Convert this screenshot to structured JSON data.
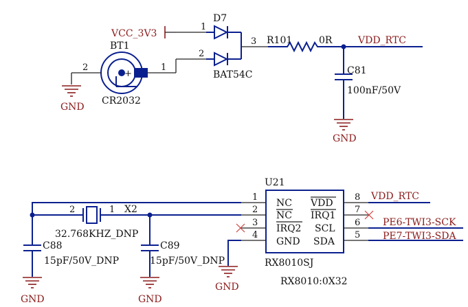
{
  "top": {
    "vcc_label": "VCC_3V3",
    "bt_ref": "BT1",
    "bt_value": "CR2032",
    "bt_pin_minus": "2",
    "bt_pin_plus": "1",
    "d_ref": "D7",
    "d_value": "BAT54C",
    "d_pin1": "1",
    "d_pin2": "2",
    "d_pin3": "3",
    "r_ref": "R101",
    "r_value": "0R",
    "vdd_rtc": "VDD_RTC",
    "c81_ref": "C81",
    "c81_value": "100nF/50V",
    "gnd": "GND"
  },
  "bottom": {
    "u_ref": "U21",
    "u_value": "RX8010SJ",
    "i2c_addr": "RX8010:0X32",
    "left_pins": [
      {
        "num": "1",
        "name": "NC"
      },
      {
        "num": "2",
        "name": "NC"
      },
      {
        "num": "3",
        "name": "IRQ2"
      },
      {
        "num": "4",
        "name": "GND"
      }
    ],
    "right_pins": [
      {
        "num": "8",
        "name": "VDD"
      },
      {
        "num": "7",
        "name": "IRQ1"
      },
      {
        "num": "6",
        "name": "SCL"
      },
      {
        "num": "5",
        "name": "SDA"
      }
    ],
    "net_vdd": "VDD_RTC",
    "net_scl": "PE6-TWI3-SCK",
    "net_sda": "PE7-TWI3-SDA",
    "x_ref": "X2",
    "x_value": "32.768KHZ_DNP",
    "x_pin2": "2",
    "x_pin1": "1",
    "c88_ref": "C88",
    "c88_value": "15pF/50V_DNP",
    "c89_ref": "C89",
    "c89_value": "15pF/50V_DNP",
    "gnd": "GND"
  }
}
